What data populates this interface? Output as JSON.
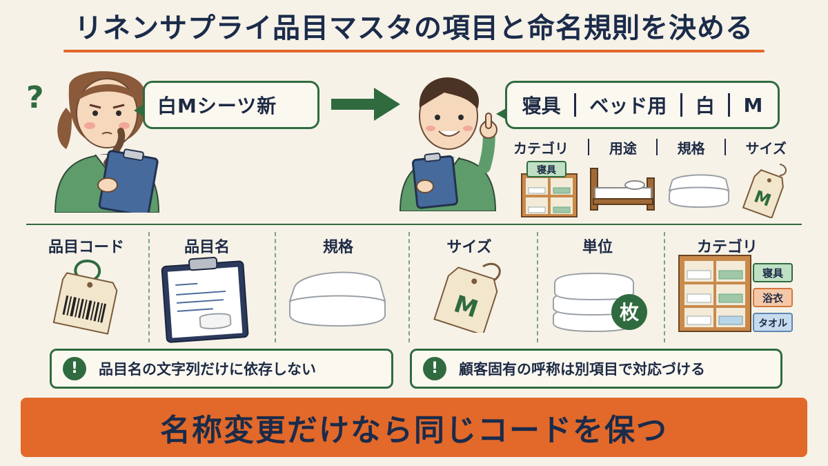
{
  "title": "リネンサプライ品目マスタの項目と命名規則を決める",
  "top": {
    "question_mark": "?",
    "before_name": "白Mシーツ新",
    "after_name_parts": [
      "寝具",
      "ベッド用",
      "白",
      "M"
    ],
    "after_field_labels": [
      "カテゴリ",
      "用途",
      "規格",
      "サイズ"
    ],
    "shelf_tag": "寝具",
    "size_tag": "M"
  },
  "columns": [
    {
      "label": "品目コード",
      "icon": "barcode-tag-icon"
    },
    {
      "label": "品目名",
      "icon": "clipboard-icon"
    },
    {
      "label": "規格",
      "icon": "folded-linen-icon"
    },
    {
      "label": "サイズ",
      "icon": "size-tag-icon",
      "tag_text": "M"
    },
    {
      "label": "単位",
      "icon": "stacked-linen-icon",
      "badge": "枚"
    },
    {
      "label": "カテゴリ",
      "icon": "shelf-icon",
      "tags": [
        "寝具",
        "浴衣",
        "タオル"
      ]
    }
  ],
  "notes": [
    {
      "icon": "!",
      "text": "品目名の文字列だけに依存しない"
    },
    {
      "icon": "!",
      "text": "顧客固有の呼称は別項目で対応づける"
    }
  ],
  "banner": "名称変更だけなら同じコードを保つ",
  "colors": {
    "accent_orange": "#e2692a",
    "accent_green": "#2f6b3f",
    "navy": "#1b2b4a",
    "background": "#f6f2e8"
  }
}
